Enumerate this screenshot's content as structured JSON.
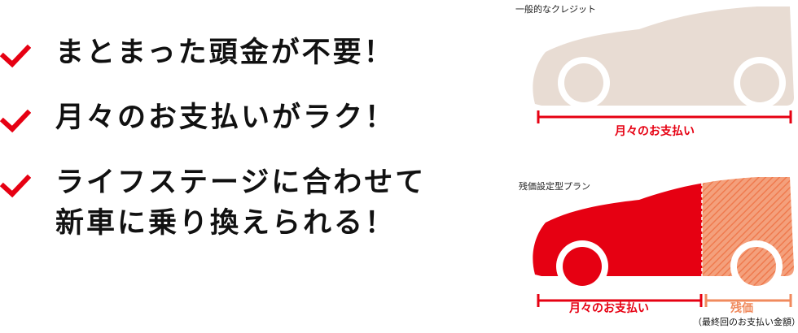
{
  "benefits": [
    {
      "lines": [
        "まとまった頭金が不要！"
      ]
    },
    {
      "lines": [
        "月々のお支払いがラク！"
      ]
    },
    {
      "lines": [
        "ライフステージに合わせて",
        "新車に乗り換えられる！"
      ]
    }
  ],
  "diagram": {
    "standard": {
      "title": "一般的なクレジット",
      "payment_label": "月々のお支払い"
    },
    "residual": {
      "title": "残価設定型プラン",
      "payment_label": "月々のお支払い",
      "residual_label": "残価",
      "residual_note": "（最終回のお支払い金額）"
    }
  },
  "colors": {
    "accent_red": "#e60012",
    "residual_orange": "#f08a5d",
    "car_beige": "#e8dcd3",
    "check_red": "#e60012"
  }
}
